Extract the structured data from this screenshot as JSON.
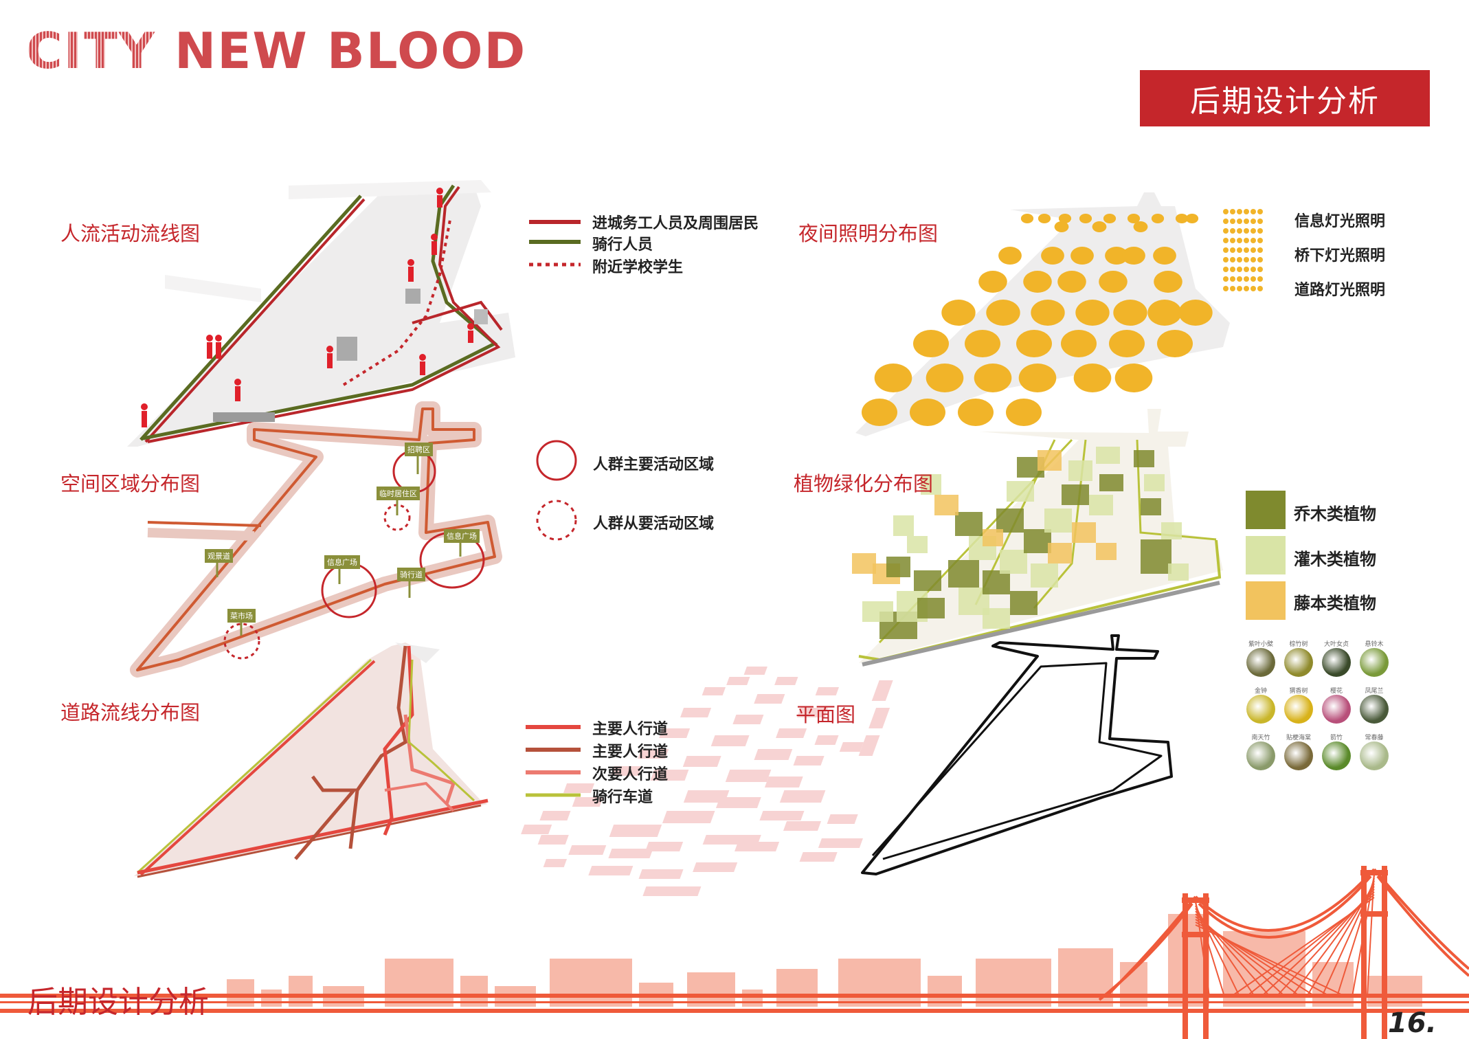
{
  "brand": {
    "word1": "CITY",
    "word2": "NEW BLOOD"
  },
  "header": {
    "title": "后期设计分析"
  },
  "sections": {
    "people_flow": "人流活动流线图",
    "space_zone": "空间区域分布图",
    "road_flow": "道路流线分布图",
    "night_light": "夜间照明分布图",
    "planting": "植物绿化分布图",
    "plan": "平面图"
  },
  "people_legend": [
    {
      "label": "进城务工人员及周围居民",
      "color": "#b9262b",
      "style": "solid"
    },
    {
      "label": "骑行人员",
      "color": "#5a6b21",
      "style": "solid"
    },
    {
      "label": "附近学校学生",
      "color": "#c5262b",
      "style": "dotted"
    }
  ],
  "zone_legend": [
    {
      "label": "人群主要活动区域",
      "style": "solid-circle"
    },
    {
      "label": "人群从要活动区域",
      "style": "dashed-circle"
    }
  ],
  "zone_tags": [
    "招聘区",
    "临时居住区",
    "观景道",
    "信息广场",
    "信息广场",
    "骑行道",
    "菜市场"
  ],
  "road_legend": [
    {
      "label": "主要人行道",
      "color": "#e4473f"
    },
    {
      "label": "主要人行道",
      "color": "#b5513b"
    },
    {
      "label": "次要人行道",
      "color": "#ec7a70"
    },
    {
      "label": "骑行车道",
      "color": "#b9c23a"
    }
  ],
  "light_legend": [
    {
      "label": "信息灯光照明"
    },
    {
      "label": "桥下灯光照明"
    },
    {
      "label": "道路灯光照明"
    }
  ],
  "plant_legend": [
    {
      "label": "乔木类植物",
      "color": "#7f8a2e"
    },
    {
      "label": "灌木类植物",
      "color": "#d9e4a6"
    },
    {
      "label": "藤本类植物",
      "color": "#f2c35e"
    }
  ],
  "plant_species": [
    {
      "name": "紫叶小檗",
      "color": "#6b6a3a"
    },
    {
      "name": "棕竹树",
      "color": "#8f8a2c"
    },
    {
      "name": "大叶女贞",
      "color": "#3a4a2a"
    },
    {
      "name": "悬铃木",
      "color": "#7a9a3a"
    },
    {
      "name": "金钟",
      "color": "#c9b62a"
    },
    {
      "name": "猬香树",
      "color": "#d8b21a"
    },
    {
      "name": "樱花",
      "color": "#b8507a"
    },
    {
      "name": "凤尾兰",
      "color": "#4a5a3a"
    },
    {
      "name": "南天竹",
      "color": "#8a9a6a"
    },
    {
      "name": "贴梗海棠",
      "color": "#7a6a3a"
    },
    {
      "name": "箭竹",
      "color": "#5a8a2a"
    },
    {
      "name": "常春藤",
      "color": "#a9b98a"
    }
  ],
  "footer": {
    "title": "后期设计分析",
    "page": "16."
  }
}
